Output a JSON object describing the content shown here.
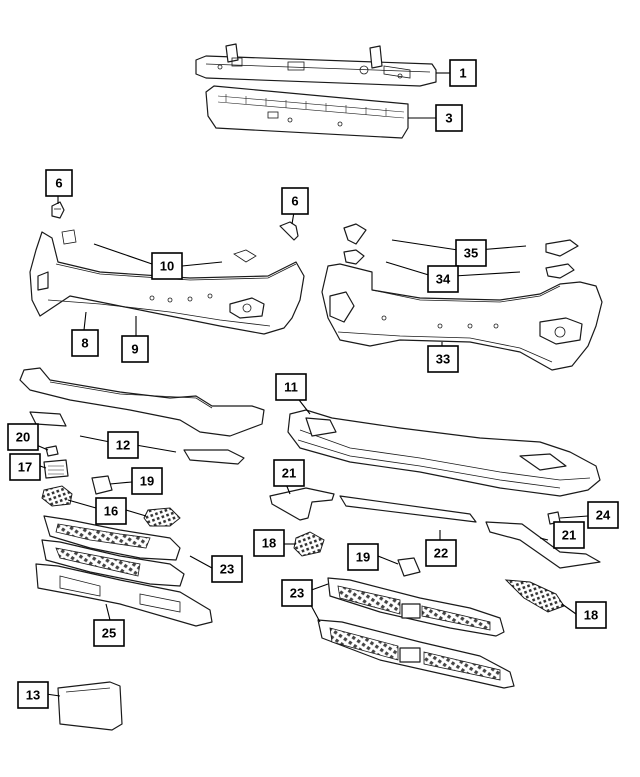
{
  "callouts": [
    {
      "id": "c1",
      "label": "1"
    },
    {
      "id": "c3",
      "label": "3"
    },
    {
      "id": "c6a",
      "label": "6"
    },
    {
      "id": "c6b",
      "label": "6"
    },
    {
      "id": "c10",
      "label": "10"
    },
    {
      "id": "c8",
      "label": "8"
    },
    {
      "id": "c9",
      "label": "9"
    },
    {
      "id": "c35",
      "label": "35"
    },
    {
      "id": "c34",
      "label": "34"
    },
    {
      "id": "c33",
      "label": "33"
    },
    {
      "id": "c11",
      "label": "11"
    },
    {
      "id": "c20",
      "label": "20"
    },
    {
      "id": "c12",
      "label": "12"
    },
    {
      "id": "c17",
      "label": "17"
    },
    {
      "id": "c19a",
      "label": "19"
    },
    {
      "id": "c16",
      "label": "16"
    },
    {
      "id": "c21a",
      "label": "21"
    },
    {
      "id": "c24",
      "label": "24"
    },
    {
      "id": "c21b",
      "label": "21"
    },
    {
      "id": "c18a",
      "label": "18"
    },
    {
      "id": "c19b",
      "label": "19"
    },
    {
      "id": "c22",
      "label": "22"
    },
    {
      "id": "c23a",
      "label": "23"
    },
    {
      "id": "c23b",
      "label": "23"
    },
    {
      "id": "c18b",
      "label": "18"
    },
    {
      "id": "c25",
      "label": "25"
    },
    {
      "id": "c13",
      "label": "13"
    }
  ]
}
